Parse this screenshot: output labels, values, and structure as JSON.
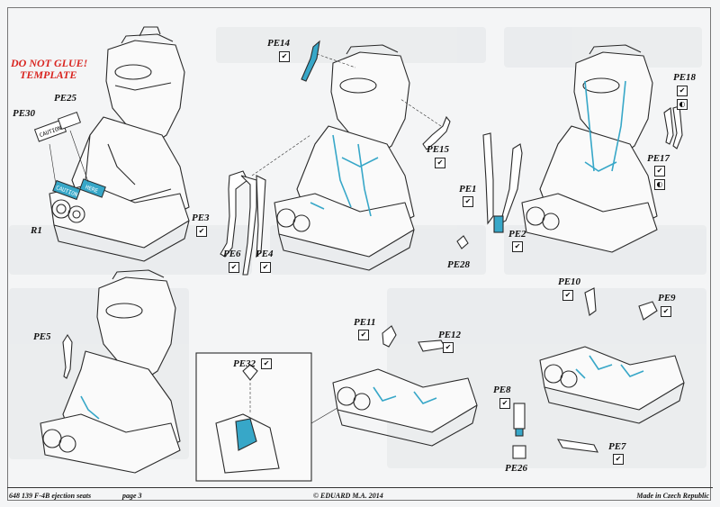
{
  "warning": {
    "line1": "DO NOT GLUE!",
    "line2": "TEMPLATE"
  },
  "colors": {
    "line": "#2a2a2a",
    "accent": "#37a7c8",
    "warning": "#d9241f",
    "paper": "#f4f5f6",
    "ghost": "#e3e6e8"
  },
  "parts": [
    {
      "id": "pe30",
      "label": "PE30"
    },
    {
      "id": "pe25",
      "label": "PE25"
    },
    {
      "id": "r1",
      "label": "R1"
    },
    {
      "id": "pe14",
      "label": "PE14"
    },
    {
      "id": "pe15",
      "label": "PE15"
    },
    {
      "id": "pe3",
      "label": "PE3"
    },
    {
      "id": "pe6",
      "label": "PE6"
    },
    {
      "id": "pe4",
      "label": "PE4"
    },
    {
      "id": "pe18",
      "label": "PE18"
    },
    {
      "id": "pe17",
      "label": "PE17"
    },
    {
      "id": "pe1",
      "label": "PE1"
    },
    {
      "id": "pe2",
      "label": "PE2"
    },
    {
      "id": "pe28",
      "label": "PE28"
    },
    {
      "id": "pe5",
      "label": "PE5"
    },
    {
      "id": "pe32",
      "label": "PE32"
    },
    {
      "id": "pe11",
      "label": "PE11"
    },
    {
      "id": "pe12",
      "label": "PE12"
    },
    {
      "id": "pe10",
      "label": "PE10"
    },
    {
      "id": "pe9",
      "label": "PE9"
    },
    {
      "id": "pe8",
      "label": "PE8"
    },
    {
      "id": "pe26",
      "label": "PE26"
    },
    {
      "id": "pe7",
      "label": "PE7"
    }
  ],
  "placards": {
    "caution": "CAUTION",
    "here": "HERE"
  },
  "footer": {
    "product": "648 139  F-4B ejection seats",
    "page": "page 3",
    "copyright": "© EDUARD  M.A. 2014",
    "origin": "Made in Czech Republic"
  }
}
